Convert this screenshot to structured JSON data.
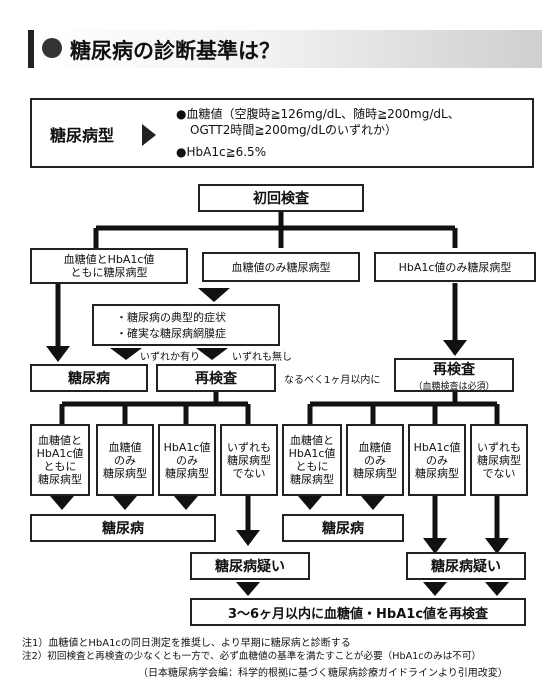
{
  "header": {
    "title": "糖尿病の診断基準は？"
  },
  "definition": {
    "label": "糖尿病型",
    "criteria_line1": "●血糖値（空腹時≧126mg/dL、随時≧200mg/dL、",
    "criteria_line2": "OGTT2時間≧200mg/dLのいずれか）",
    "criteria_line3": "●HbA1c≧6.5%"
  },
  "flow": {
    "initial_test": "初回検査",
    "branch_both": [
      "血糖値とHbA1c値",
      "ともに糖尿病型"
    ],
    "branch_glucose_only": "血糖値のみ糖尿病型",
    "branch_hba1c_only": "HbA1c値のみ糖尿病型",
    "symptoms": [
      "・糖尿病の典型的症状",
      "・確実な糖尿病網膜症"
    ],
    "either_present": "いずれか有り",
    "none_present": "いずれも無し",
    "diabetes": "糖尿病",
    "retest": "再検査",
    "within_month": "なるべく1ヶ月以内に",
    "retest_right": "再検査",
    "retest_right_sub": "（血糖検査は必須）",
    "results": {
      "both": [
        "血糖値と",
        "HbA1c値",
        "ともに",
        "糖尿病型"
      ],
      "glucose": [
        "血糖値",
        "のみ",
        "糖尿病型"
      ],
      "hba1c": [
        "HbA1c値",
        "のみ",
        "糖尿病型"
      ],
      "neither": [
        "いずれも",
        "糖尿病型",
        "でない"
      ]
    },
    "suspected": "糖尿病疑い",
    "retest_months": "3〜6ヶ月以内に血糖値・HbA1c値を再検査"
  },
  "notes": {
    "note1": "注1）血糖値とHbA1cの同日測定を推奨し、より早期に糖尿病と診断する",
    "note2": "注2）初回検査と再検査の少なくとも一方で、必ず血糖値の基準を満たすことが必要（HbA1cのみは不可）",
    "source": "（日本糖尿病学会編：科学的根拠に基づく糖尿病診療ガイドラインより引用改変）"
  }
}
